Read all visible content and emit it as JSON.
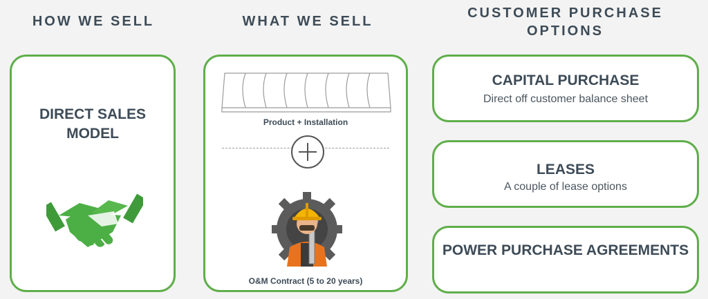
{
  "headers": {
    "how_we_sell": "HOW WE SELL",
    "what_we_sell": "WHAT WE SELL",
    "customer_purchase_options": "CUSTOMER PURCHASE OPTIONS"
  },
  "how_we_sell": {
    "label": "DIRECT SALES MODEL",
    "icon": "handshake-icon"
  },
  "what_we_sell": {
    "product_label": "Product + Installation",
    "connector_icon": "plus-icon",
    "contract_label": "O&M Contract (5 to 20 years)",
    "product_icon": "solar-panel-row-icon",
    "contract_icon": "worker-gear-icon"
  },
  "options": [
    {
      "title": "CAPITAL PURCHASE",
      "subtitle": "Direct off customer balance sheet"
    },
    {
      "title": "LEASES",
      "subtitle": "A couple of lease options"
    },
    {
      "title": "POWER PURCHASE AGREEMENTS",
      "subtitle": ""
    }
  ],
  "colors": {
    "accent_green": "#5fae4a",
    "text_dark": "#3d4b57",
    "background": "#f3f3f3"
  }
}
